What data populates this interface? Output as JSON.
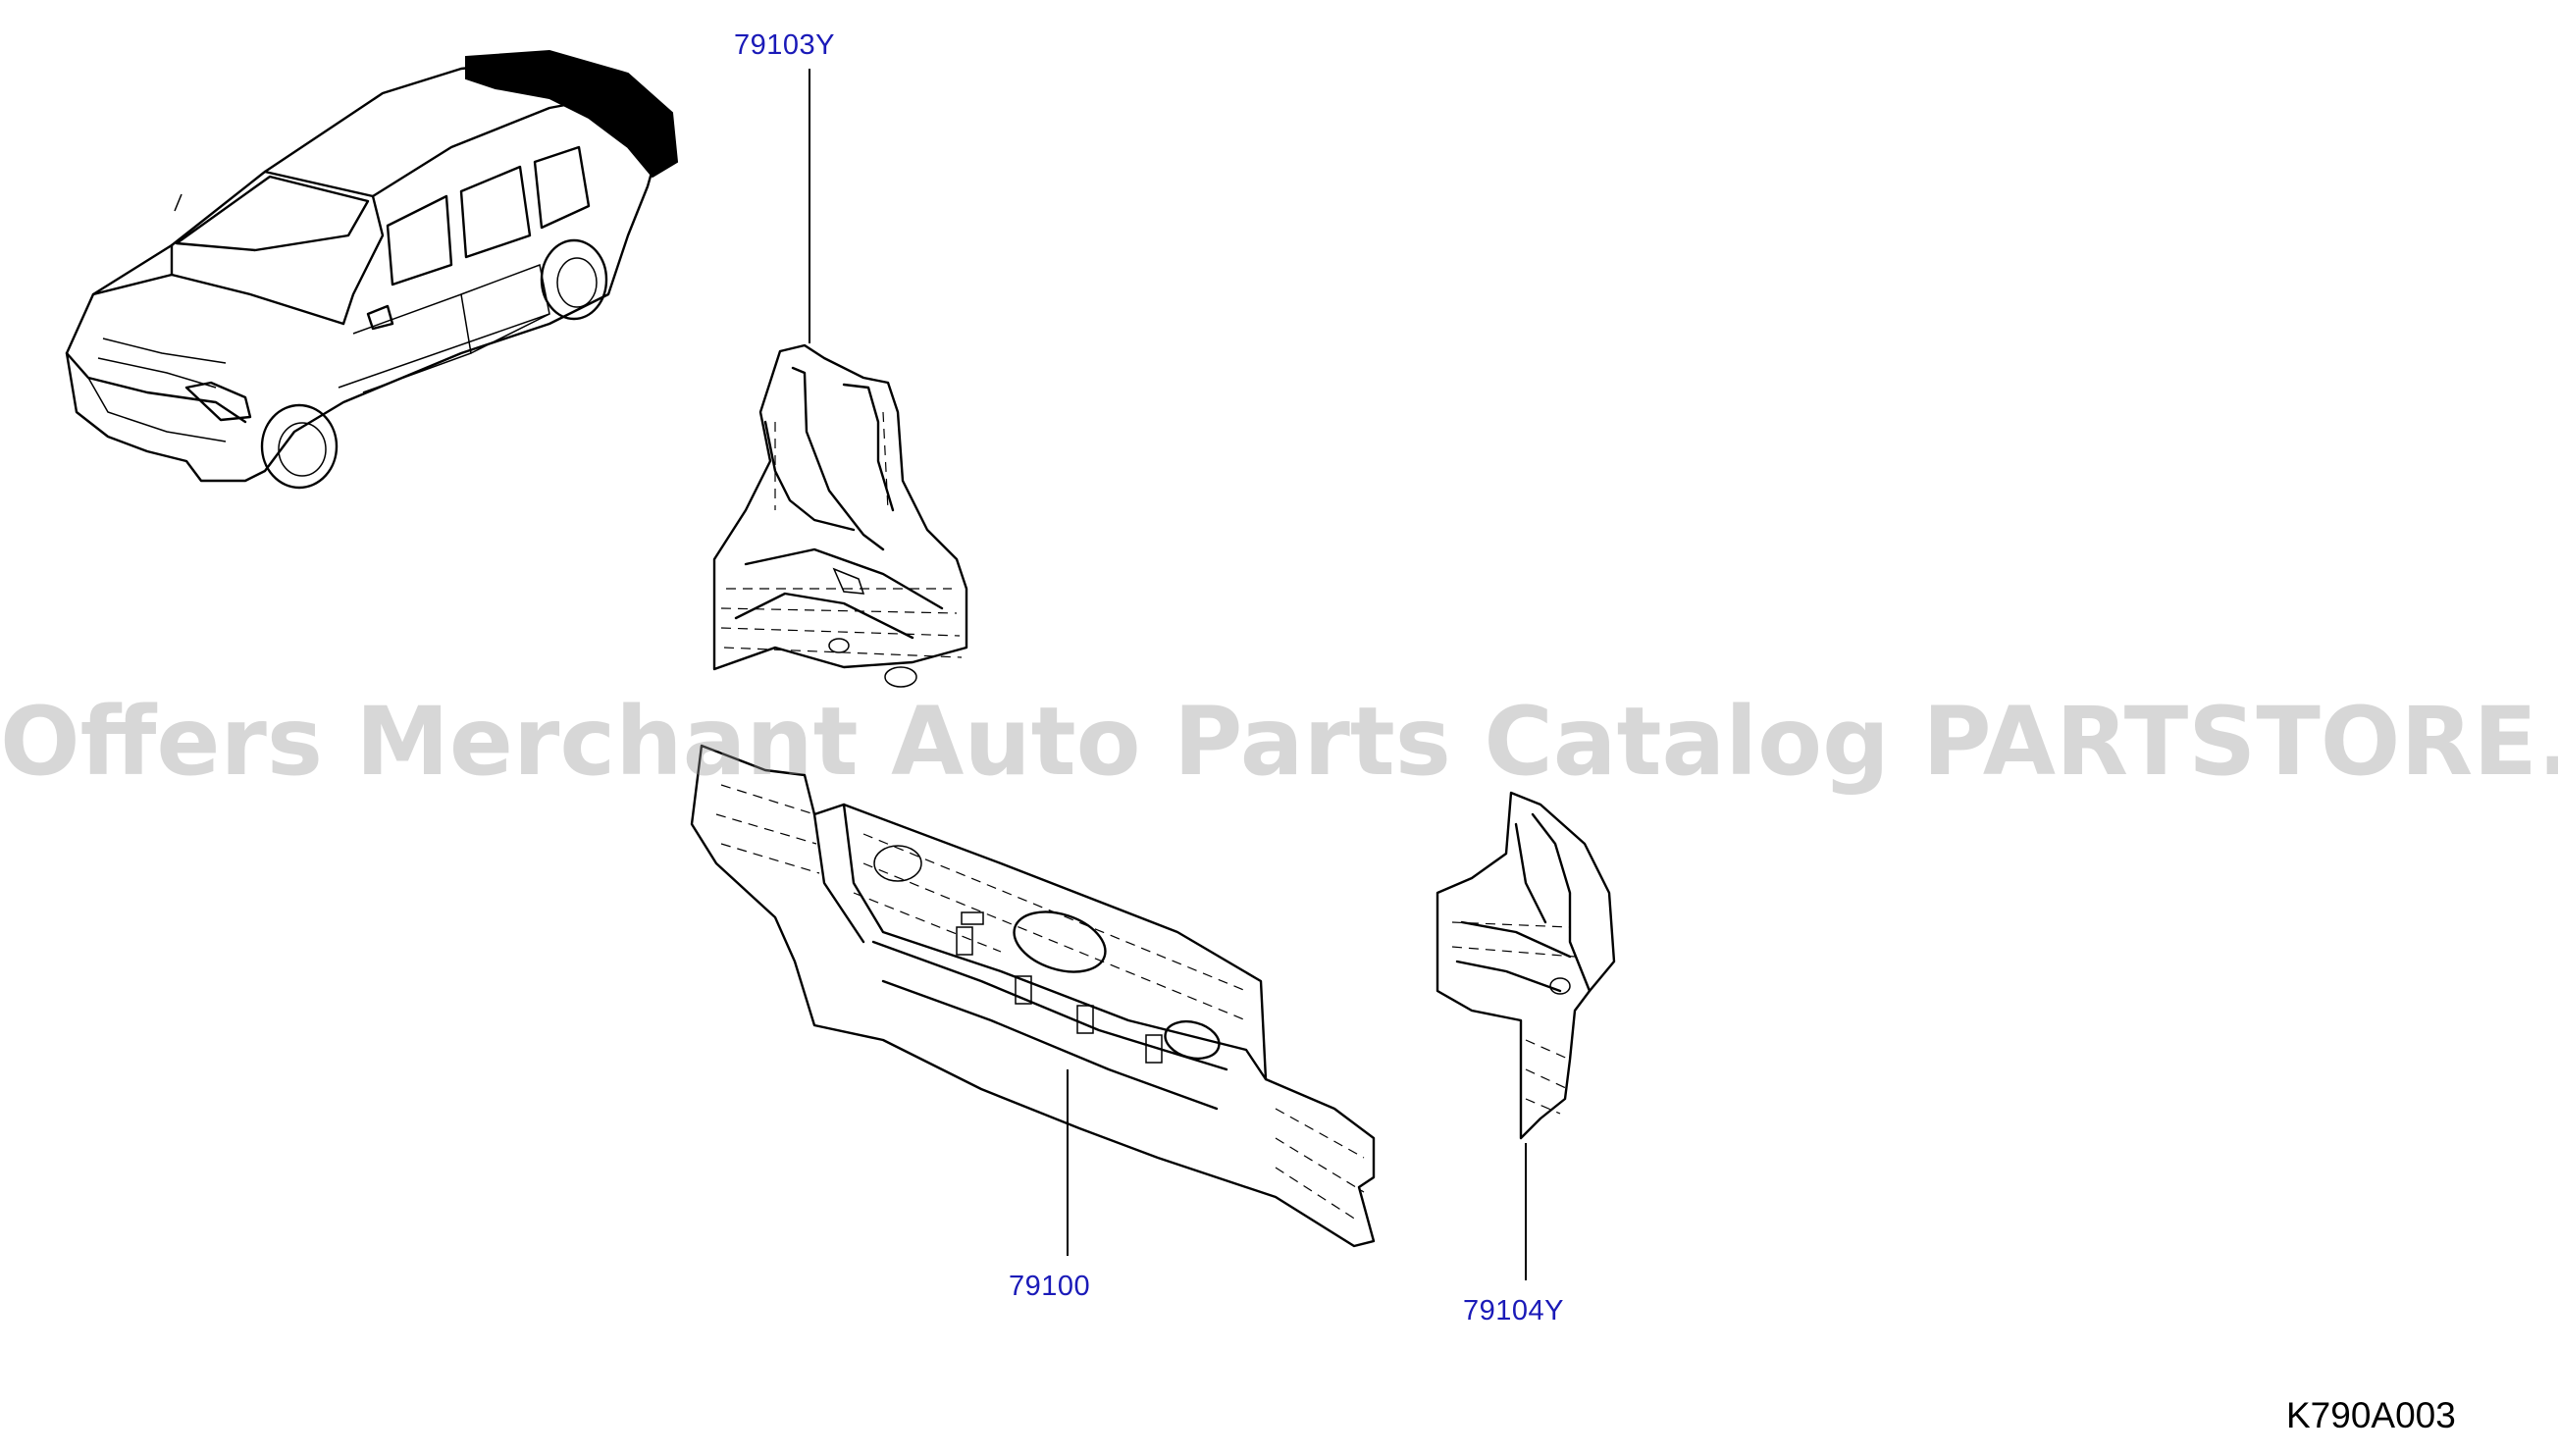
{
  "labels": {
    "part_79103Y": "79103Y",
    "part_79100": "79100",
    "part_79104Y": "79104Y",
    "diagram_code": "K790A003"
  },
  "watermark": "Offers Merchant Auto Parts Catalog PARTSTORE.SA",
  "colors": {
    "part_label": "#1a1ab8",
    "line_art": "#000000",
    "watermark": "#969696"
  }
}
